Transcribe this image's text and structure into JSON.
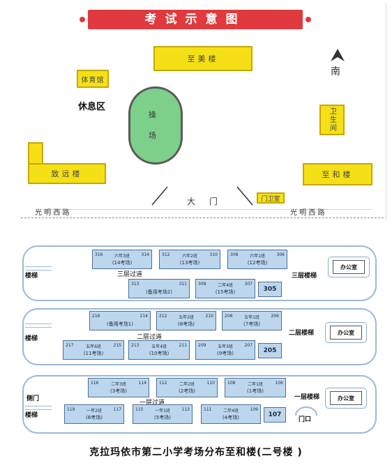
{
  "map": {
    "title": "考试示意图",
    "north_label": "南",
    "buildings": {
      "zhimei": "至美楼",
      "gym": "体育馆",
      "zhiyuan": "致远楼",
      "zhihe": "至和楼",
      "toilet": "卫生间",
      "guard": "门卫室"
    },
    "rest_area": "休息区",
    "playground": [
      "操",
      "场"
    ],
    "gate": "大  门",
    "road_left": "光 明 西 路",
    "road_right": "光 明 西 路"
  },
  "floors": {
    "floor3": {
      "stair_left": "楼梯",
      "corridor": "三层过道",
      "stair_right": "三层楼梯",
      "office": "办公室",
      "rooms_top": [
        {
          "left": "316",
          "mid": "六年3班",
          "right": "314",
          "name": "(14考场)"
        },
        {
          "left": "312",
          "mid": "六年2班",
          "right": "310",
          "name": "(13考场)"
        },
        {
          "left": "308",
          "mid": "六年1班",
          "right": "306",
          "name": "(12考场)"
        }
      ],
      "rooms_bottom": [
        {
          "left": "313",
          "mid": "",
          "right": "311",
          "name": "(备用考场2)"
        },
        {
          "left": "309",
          "mid": "二年4班",
          "right": "307",
          "name": "(15考场)"
        }
      ],
      "plain_room": "305"
    },
    "floor2": {
      "stair_left": "楼梯",
      "corridor": "二层过道",
      "stair_right": "二层楼梯",
      "office": "办公室",
      "rooms_top": [
        {
          "left": "216",
          "mid": "",
          "right": "214",
          "name": "(备用考场1)"
        },
        {
          "left": "212",
          "mid": "五年2班",
          "right": "210",
          "name": "(8考场)"
        },
        {
          "left": "208",
          "mid": "五年1班",
          "right": "206",
          "name": "(7考场)"
        }
      ],
      "rooms_bottom": [
        {
          "left": "217",
          "mid": "五年6班",
          "right": "215",
          "name": "(11考场)"
        },
        {
          "left": "213",
          "mid": "五年4班",
          "right": "211",
          "name": "(10考场)"
        },
        {
          "left": "209",
          "mid": "五年3班",
          "right": "207",
          "name": "(9考场)"
        }
      ],
      "plain_room": "205"
    },
    "floor1": {
      "side_door": "侧门",
      "stair_left": "楼梯",
      "corridor": "一层过道",
      "stair_right": "一层楼梯",
      "office": "办公室",
      "entrance": "门口",
      "rooms_top": [
        {
          "left": "116",
          "mid": "二年3班",
          "right": "114",
          "name": "(3考场)"
        },
        {
          "left": "112",
          "mid": "二年2班",
          "right": "110",
          "name": "(2考场)"
        },
        {
          "left": "108",
          "mid": "二年1班",
          "right": "106",
          "name": "(1考场)"
        }
      ],
      "rooms_bottom": [
        {
          "left": "119",
          "mid": "一年2班",
          "right": "117",
          "name": "(6考场)"
        },
        {
          "left": "115",
          "mid": "一年1班",
          "right": "113",
          "name": "(5考场)"
        },
        {
          "left": "111",
          "mid": "二年4班",
          "right": "109",
          "name": "(4考场)"
        }
      ],
      "plain_room": "107"
    }
  },
  "caption": "克拉玛依市第二小学考场分布至和楼(二号楼  )",
  "colors": {
    "banner": "#e03a3e",
    "building_fill": "#f5e017",
    "playground": "#7dd08a",
    "room_fill": "#bcd6ee",
    "floor_border": "#9bb8d6"
  }
}
